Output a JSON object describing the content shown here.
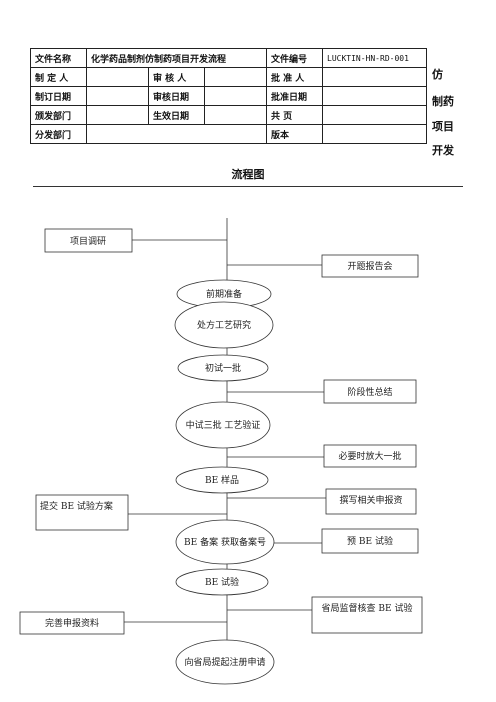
{
  "header_table": {
    "rows": [
      [
        "文件名称",
        "化学药品制剂仿制药项目开发流程",
        "文件编号",
        "LUCKTIN-HN-RD-001"
      ],
      [
        "制 定 人",
        "",
        "审 核 人",
        "",
        "批 准 人",
        ""
      ],
      [
        "制订日期",
        "",
        "审核日期",
        "",
        "批准日期",
        ""
      ],
      [
        "颁发部门",
        "",
        "生效日期",
        "",
        "共 页",
        ""
      ],
      [
        "分发部门",
        "",
        "版本",
        ""
      ]
    ]
  },
  "side_title": [
    "仿",
    "制药",
    "项目",
    "开发"
  ],
  "flow_title": "流程图",
  "flow": {
    "left_boxes": [
      "项目调研",
      "提交 BE 试验方案",
      "完善申报资料"
    ],
    "right_boxes": [
      "开题报告会",
      "阶段性总结",
      "必要时放大一批",
      "撰写相关申报资",
      "预 BE 试验",
      "省局监督核查 BE 试验"
    ],
    "center_nodes": [
      "前期准备",
      "处方工艺研究",
      "初试一批",
      "中试三批 工艺验证",
      "BE 样品",
      "BE 备案 获取备案号",
      "BE 试验",
      "向省局提起注册申请"
    ]
  }
}
